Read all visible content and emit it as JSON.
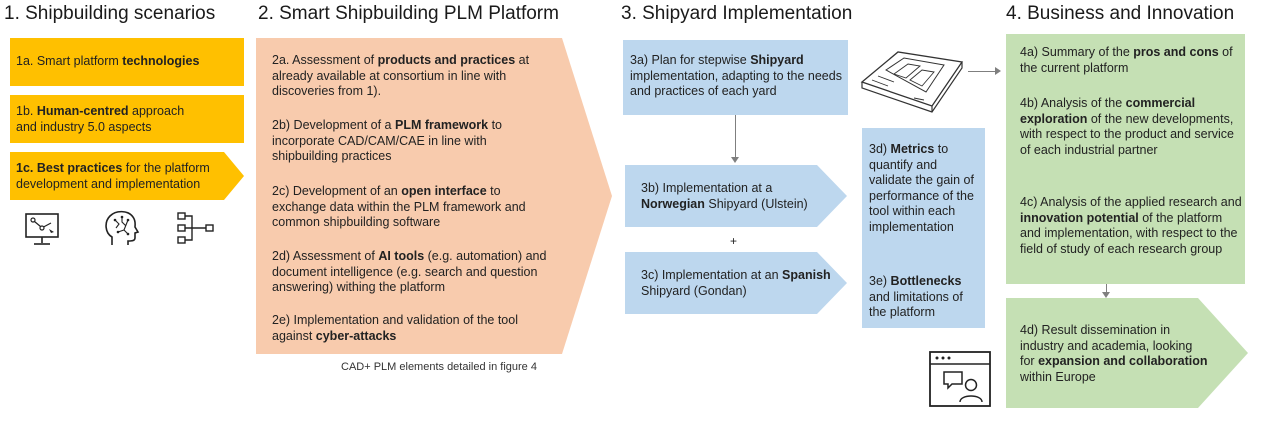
{
  "headers": {
    "h1": "1. Shipbuilding scenarios",
    "h2": "2. Smart Shipbuilding PLM Platform",
    "h3": "3. Shipyard Implementation",
    "h4": "4. Business and Innovation"
  },
  "col1": {
    "a_pre": "1a. Smart platform ",
    "a_bold": "technologies",
    "a_post": "",
    "b_pre": "1b. ",
    "b_bold": "Human-centred",
    "b_post": " approach and industry 5.0 aspects",
    "c_pre": "",
    "c_bold": "1c. Best practices",
    "c_post": " for the platform development and implementation"
  },
  "col2": {
    "a_pre": "2a. Assessment of ",
    "a_bold": "products and practices",
    "a_post": " at already available at consortium in line with discoveries from 1).",
    "b_pre": "2b) Development of a ",
    "b_bold": "PLM framework",
    "b_post": " to incorporate CAD/CAM/CAE in line with shipbuilding practices",
    "c_pre": "2c) Development of an ",
    "c_bold": "open interface",
    "c_post": " to exchange data within the PLM framework and common shipbuilding software",
    "d_pre": "2d) Assessment of ",
    "d_bold": "AI tools",
    "d_post": " (e.g. automation) and document intelligence (e.g. search and question answering) withing the platform",
    "e_pre": "2e) Implementation and validation of the tool against ",
    "e_bold": "cyber-attacks",
    "e_post": "",
    "caption": "CAD+ PLM elements detailed in figure 4"
  },
  "col3": {
    "a_pre": "3a) Plan for stepwise ",
    "a_bold": "Shipyard",
    "a_post": " implementation, adapting to the needs and practices of each yard",
    "b_pre": "3b) Implementation at a ",
    "b_bold": "Norwegian",
    "b_post": " Shipyard (Ulstein)",
    "plus": "+",
    "c_pre": "3c) Implementation at an ",
    "c_bold": "Spanish",
    "c_post": " Shipyard (Gondan)",
    "d_pre": "3d) ",
    "d_bold": "Metrics",
    "d_post": " to quantify and validate the gain of performance of the tool within each implementation",
    "e_pre": "3e) ",
    "e_bold": "Bottlenecks",
    "e_post": " and limitations of the platform"
  },
  "col4": {
    "a_pre": "4a) Summary of the ",
    "a_bold": "pros and cons",
    "a_post": " of the current platform",
    "b_pre": "4b) Analysis of the ",
    "b_bold": "commercial exploration",
    "b_post": " of the new developments, with respect to the product and service of each industrial partner",
    "c_pre": "4c) Analysis of the applied research and ",
    "c_bold": "innovation potential",
    "c_post": " of the platform and implementation, with respect to the field of study of each research group",
    "d_pre": "4d) Result dissemination in industry and academia, looking for ",
    "d_bold": "expansion and collaboration",
    "d_post": " within Europe"
  },
  "icons": [
    "monitor-network-icon",
    "brain-head-icon",
    "flowchart-icon",
    "ship-deck-icon",
    "web-chat-icon"
  ],
  "colors": {
    "yellow": "#ffc000",
    "peach": "#f8cbad",
    "blue": "#bdd7ee",
    "green": "#c5e0b4"
  }
}
